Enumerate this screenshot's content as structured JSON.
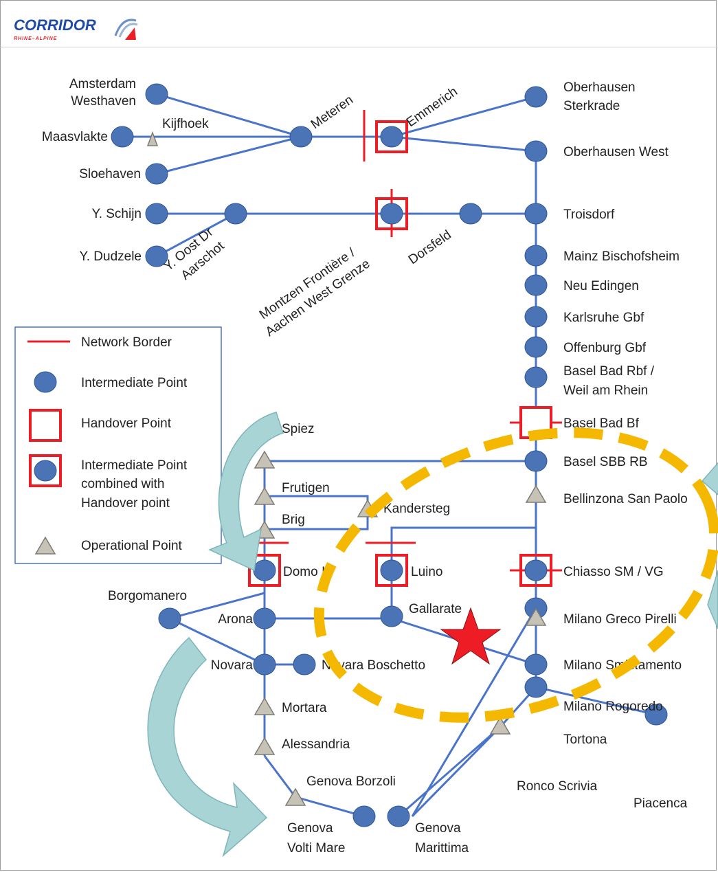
{
  "logo": {
    "main": "CORRIDOR",
    "sub": "RHINE–ALPINE"
  },
  "legend": {
    "network_border": "Network Border",
    "intermediate": "Intermediate Point",
    "handover": "Handover Point",
    "combined_line1": "Intermediate Point",
    "combined_line2": "combined with",
    "combined_line3": "Handover point",
    "operational": "Operational Point"
  },
  "stations": {
    "amsterdam1": "Amsterdam",
    "amsterdam2": "Westhaven",
    "maasvlakte": "Maasvlakte",
    "kijfhoek": "Kijfhoek",
    "sloehaven": "Sloehaven",
    "yschijn": "Y. Schijn",
    "ydudzele": "Y. Dudzele",
    "yoost1": "Y. Oost Dr",
    "yoost2": "Aarschot",
    "meteren": "Meteren",
    "emmerich": "Emmerich",
    "montzen1": "Montzen Frontière /",
    "montzen2": "Aachen West Grenze",
    "dorsfeld": "Dorsfeld",
    "oberhausen_st1": "Oberhausen",
    "oberhausen_st2": "Sterkrade",
    "oberhausen_west": "Oberhausen West",
    "troisdorf": "Troisdorf",
    "mainz": "Mainz Bischofsheim",
    "neu_edingen": "Neu Edingen",
    "karlsruhe": "Karlsruhe Gbf",
    "offenburg": "Offenburg Gbf",
    "basel_bad_rbf1": "Basel Bad Rbf /",
    "basel_bad_rbf2": "Weil am Rhein",
    "basel_bad_bf": "Basel Bad Bf",
    "basel_sbb": "Basel SBB RB",
    "bellinzona": "Bellinzona San Paolo",
    "spiez": "Spiez",
    "frutigen": "Frutigen",
    "brig": "Brig",
    "kandersteg": "Kandersteg",
    "domo": "Domo II",
    "luino": "Luino",
    "chiasso": "Chiasso SM / VG",
    "borgomanero": "Borgomanero",
    "arona": "Arona",
    "gallarate": "Gallarate",
    "milano_greco": "Milano Greco Pirelli",
    "novara": "Novara",
    "novara_boschetto": "Novara Boschetto",
    "milano_smist": "Milano Smistamento",
    "mortara": "Mortara",
    "milano_rog": "Milano Rogoredo",
    "alessandria": "Alessandria",
    "tortona": "Tortona",
    "genova_borzoli": "Genova Borzoli",
    "ronco": "Ronco Scrivia",
    "piacenca": "Piacenca",
    "genova_vm1": "Genova",
    "genova_vm2": "Volti Mare",
    "genova_mar1": "Genova",
    "genova_mar2": "Marittima"
  },
  "colors": {
    "line": "#4a74c9",
    "node": "#4a74b5",
    "border": "#ee1c24",
    "highlight": "#f5b800",
    "arrow": "#a8d4d6",
    "star": "#ee1c24"
  }
}
